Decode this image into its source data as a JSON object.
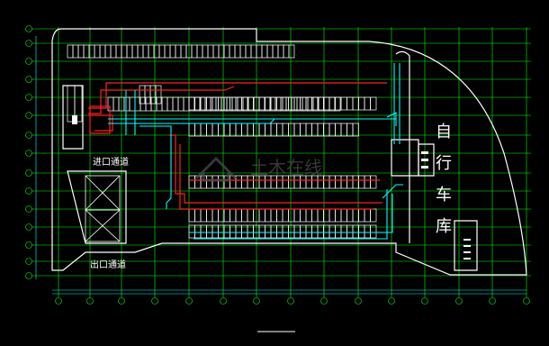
{
  "drawing": {
    "labels": {
      "entry_passage": "进口通道",
      "exit_passage": "出口通道",
      "bicycle_garage": [
        "自",
        "行",
        "车",
        "库"
      ],
      "watermark": "土木在线"
    },
    "colors": {
      "background": "#000000",
      "grid_axis": "#00ff00",
      "walls": "#ffffff",
      "parking_stalls": "#ffffff",
      "ventilation_duct_fresh": "#00ffff",
      "ventilation_duct_smoke": "#ff2020",
      "dimension_marks": "#00ffff",
      "watermark": "#4a4a4a"
    },
    "icons": {
      "axis_bubble": "axis-bubble-icon",
      "watermark_logo": "house-logo-icon"
    }
  }
}
